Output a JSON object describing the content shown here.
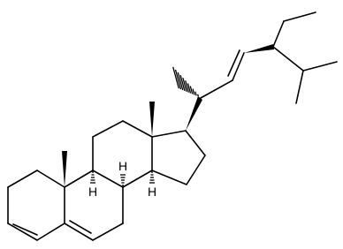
{
  "figure": {
    "kind": "skeletal-formula",
    "background": "#ffffff",
    "ink": "#000000"
  },
  "atom_labels": {
    "h8": "H",
    "h9": "H",
    "h14": "H"
  }
}
